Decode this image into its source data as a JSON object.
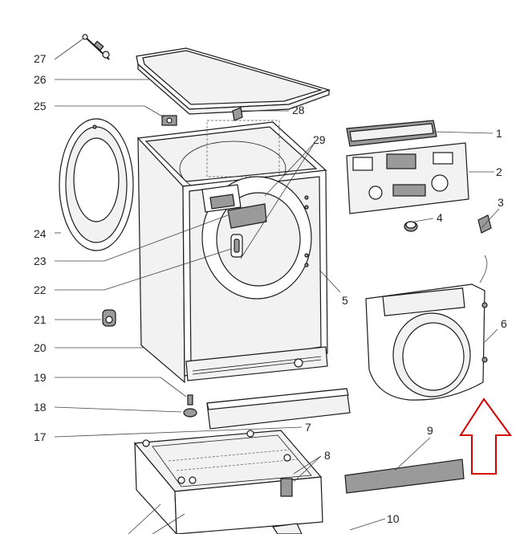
{
  "diagram": {
    "labels": [
      {
        "id": "27",
        "text": "27"
      },
      {
        "id": "26",
        "text": "26"
      },
      {
        "id": "25",
        "text": "25"
      },
      {
        "id": "28",
        "text": "28"
      },
      {
        "id": "1",
        "text": "1"
      },
      {
        "id": "29",
        "text": "29"
      },
      {
        "id": "2",
        "text": "2"
      },
      {
        "id": "3",
        "text": "3"
      },
      {
        "id": "4",
        "text": "4"
      },
      {
        "id": "24",
        "text": "24"
      },
      {
        "id": "23",
        "text": "23"
      },
      {
        "id": "22",
        "text": "22"
      },
      {
        "id": "5",
        "text": "5"
      },
      {
        "id": "21",
        "text": "21"
      },
      {
        "id": "6",
        "text": "6"
      },
      {
        "id": "20",
        "text": "20"
      },
      {
        "id": "19",
        "text": "19"
      },
      {
        "id": "18",
        "text": "18"
      },
      {
        "id": "17",
        "text": "17"
      },
      {
        "id": "7",
        "text": "7"
      },
      {
        "id": "9",
        "text": "9"
      },
      {
        "id": "8",
        "text": "8"
      },
      {
        "id": "10",
        "text": "10"
      }
    ],
    "arrow_color": "#d40000"
  }
}
